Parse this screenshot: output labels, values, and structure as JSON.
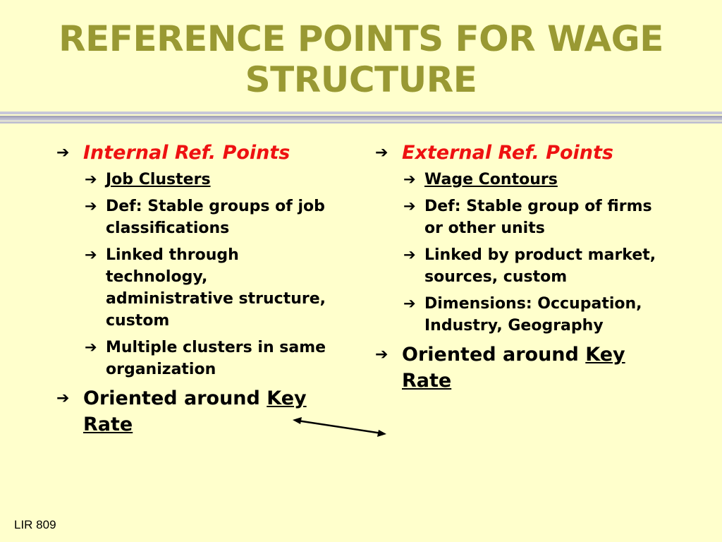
{
  "slide": {
    "title_line1": "REFERENCE POINTS FOR WAGE",
    "title_line2": "STRUCTURE",
    "bullet_glyph": "➔",
    "footer": "LIR 809",
    "colors": {
      "background": "#ffffcc",
      "title": "#999933",
      "heading": "#ee1111",
      "body": "#000000"
    }
  },
  "left": {
    "heading": "Internal Ref. Points",
    "items": [
      {
        "text": "Job Clusters",
        "underline": true
      },
      {
        "text": "Def: Stable groups of job classifications"
      },
      {
        "text": "Linked through technology, administrative structure, custom"
      },
      {
        "text": "Multiple clusters in same organization"
      }
    ],
    "oriented_prefix": "Oriented around ",
    "key_word": "Key",
    "rate_word": "Rate"
  },
  "right": {
    "heading": "External Ref. Points",
    "items": [
      {
        "text": "Wage Contours",
        "underline": true
      },
      {
        "text": "Def: Stable group of firms or other units"
      },
      {
        "text": "Linked by product market, sources, custom"
      },
      {
        "text": "Dimensions: Occupation, Industry, Geography"
      }
    ],
    "oriented_prefix": "Oriented around ",
    "key_word": "Key",
    "rate_word": "Rate"
  }
}
